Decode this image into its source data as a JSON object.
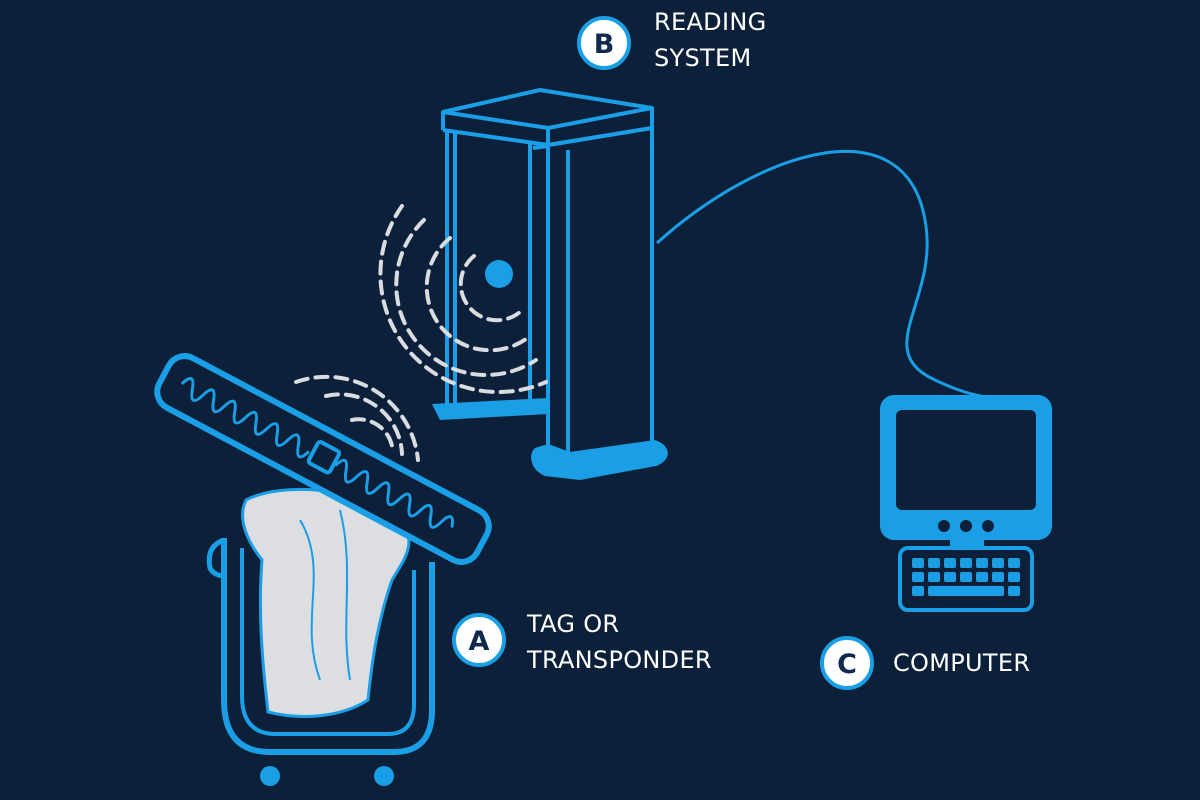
{
  "colors": {
    "background": "#0d2039",
    "accent_blue": "#1a9ee6",
    "wave": "#d9dde2",
    "cloth": "#dcdee1",
    "badge_fill": "#ffffff",
    "badge_ring": "#1a9ee6",
    "badge_letter": "#0f2a4d",
    "label_text": "#ffffff"
  },
  "labels": {
    "reading_system": {
      "letter": "B",
      "line1": "READING",
      "line2": "SYSTEM"
    },
    "tag": {
      "letter": "A",
      "line1": "TAG OR",
      "line2": "TRANSPONDER"
    },
    "computer": {
      "letter": "C",
      "line1": "COMPUTER"
    }
  },
  "icons": {
    "gate": "rfid-reader-gate-icon",
    "tag": "rfid-tag-icon",
    "cart": "laundry-cart-icon",
    "computer": "computer-monitor-icon",
    "keyboard": "keyboard-icon",
    "waves": "radio-waves-icon"
  }
}
